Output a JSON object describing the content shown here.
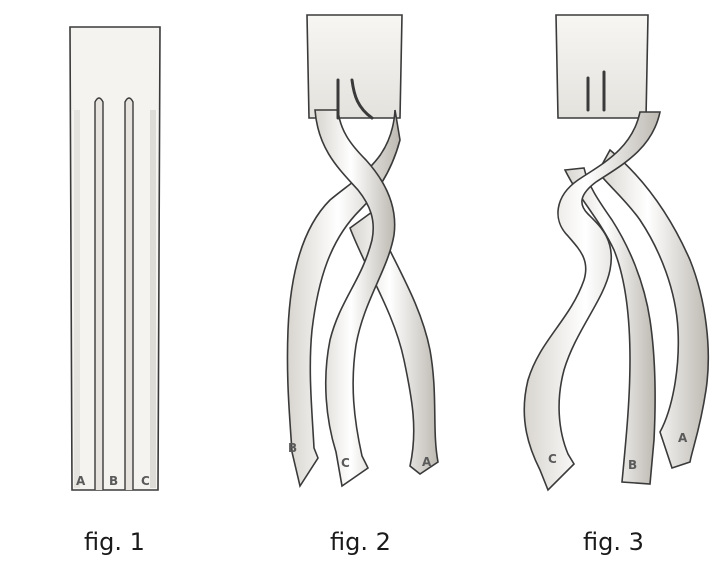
{
  "figures": [
    {
      "caption": "fig. 1",
      "labels": {
        "a": "A",
        "b": "B",
        "c": "C"
      }
    },
    {
      "caption": "fig. 2",
      "labels": {
        "a": "A",
        "b": "B",
        "c": "C"
      }
    },
    {
      "caption": "fig. 3",
      "labels": {
        "a": "A",
        "b": "B",
        "c": "C"
      }
    }
  ],
  "colors": {
    "strip_fill": "#f3f2ef",
    "strip_shade": "#c9c6c0",
    "outline": "#3a3a3a"
  }
}
